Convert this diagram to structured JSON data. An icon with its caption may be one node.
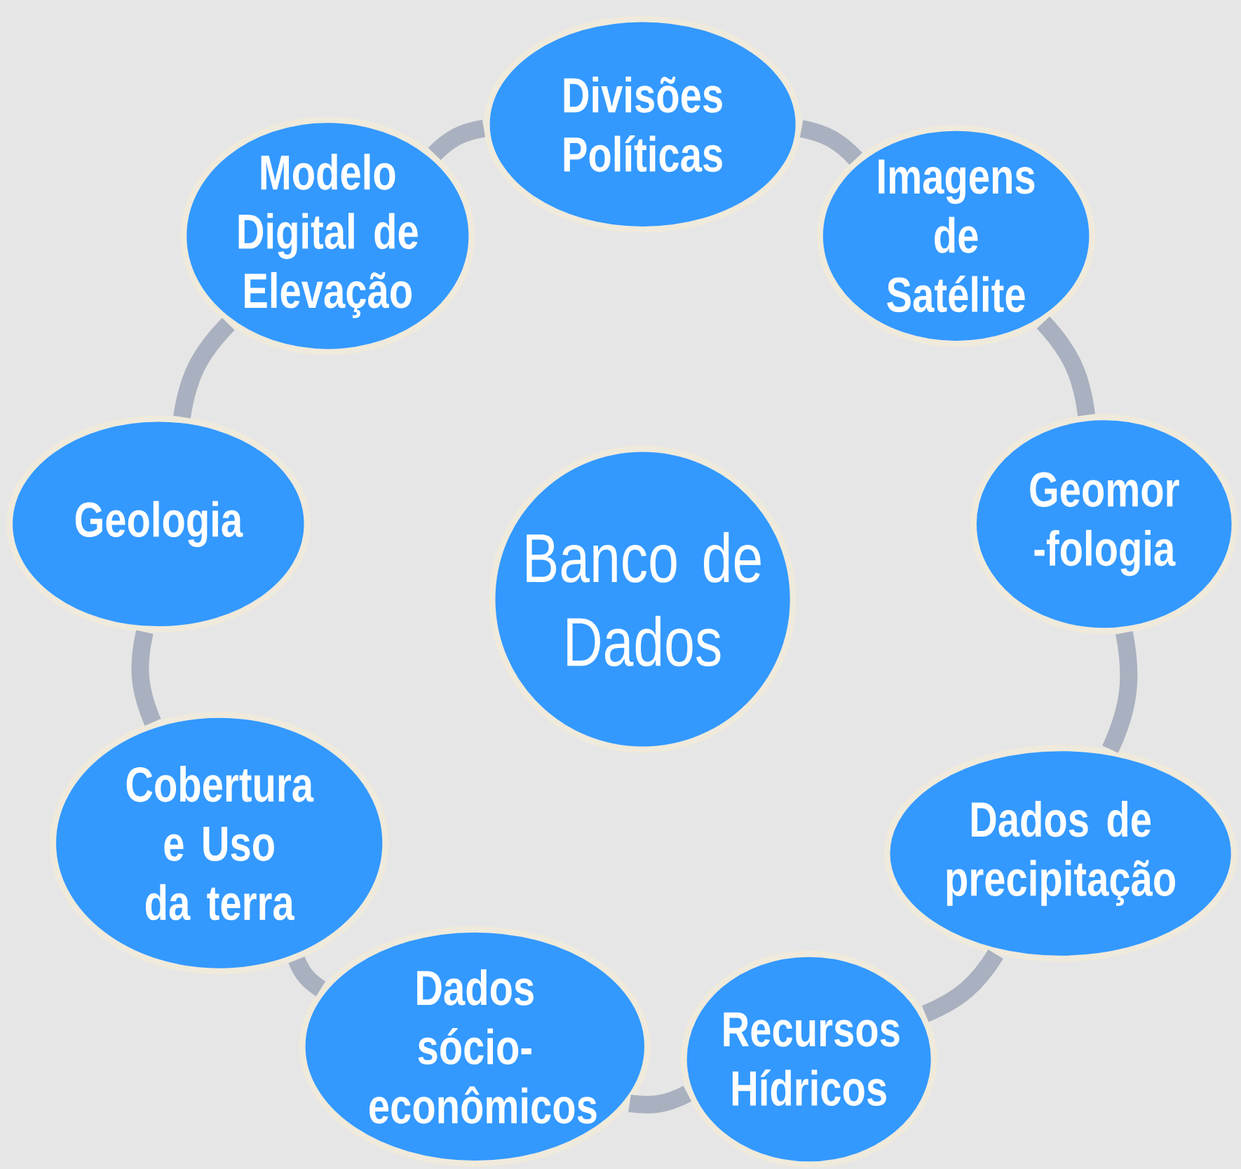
{
  "diagram": {
    "nodes": [
      {
        "text": [
          "Banco de Dados"
        ]
      },
      {
        "text": [
          "Divisões Políticas"
        ]
      },
      {
        "text": [
          "Imagens de Satélite"
        ]
      },
      {
        "text": [
          "Geomor -fologia"
        ]
      },
      {
        "text": [
          "Dados de precipitação"
        ]
      },
      {
        "text": [
          "Recursos Hídricos"
        ]
      },
      {
        "text": [
          "Dados sócio- econômicos"
        ]
      },
      {
        "text": [
          "Cobertura e Uso da terra"
        ]
      },
      {
        "text": [
          "Geologia"
        ]
      },
      {
        "text": [
          "Modelo Digital de Elevação"
        ]
      }
    ],
    "edges": [
      {
        "from": 1,
        "to": 2,
        "arrow": "none"
      },
      {
        "from": 2,
        "to": 3,
        "arrow": "none"
      },
      {
        "from": 3,
        "to": 4,
        "arrow": "none"
      },
      {
        "from": 4,
        "to": 5,
        "arrow": "none"
      },
      {
        "from": 5,
        "to": 6,
        "arrow": "none"
      },
      {
        "from": 6,
        "to": 7,
        "arrow": "none"
      },
      {
        "from": 7,
        "to": 8,
        "arrow": "none"
      },
      {
        "from": 8,
        "to": 9,
        "arrow": "none"
      },
      {
        "from": 9,
        "to": 1,
        "arrow": "none"
      }
    ]
  }
}
